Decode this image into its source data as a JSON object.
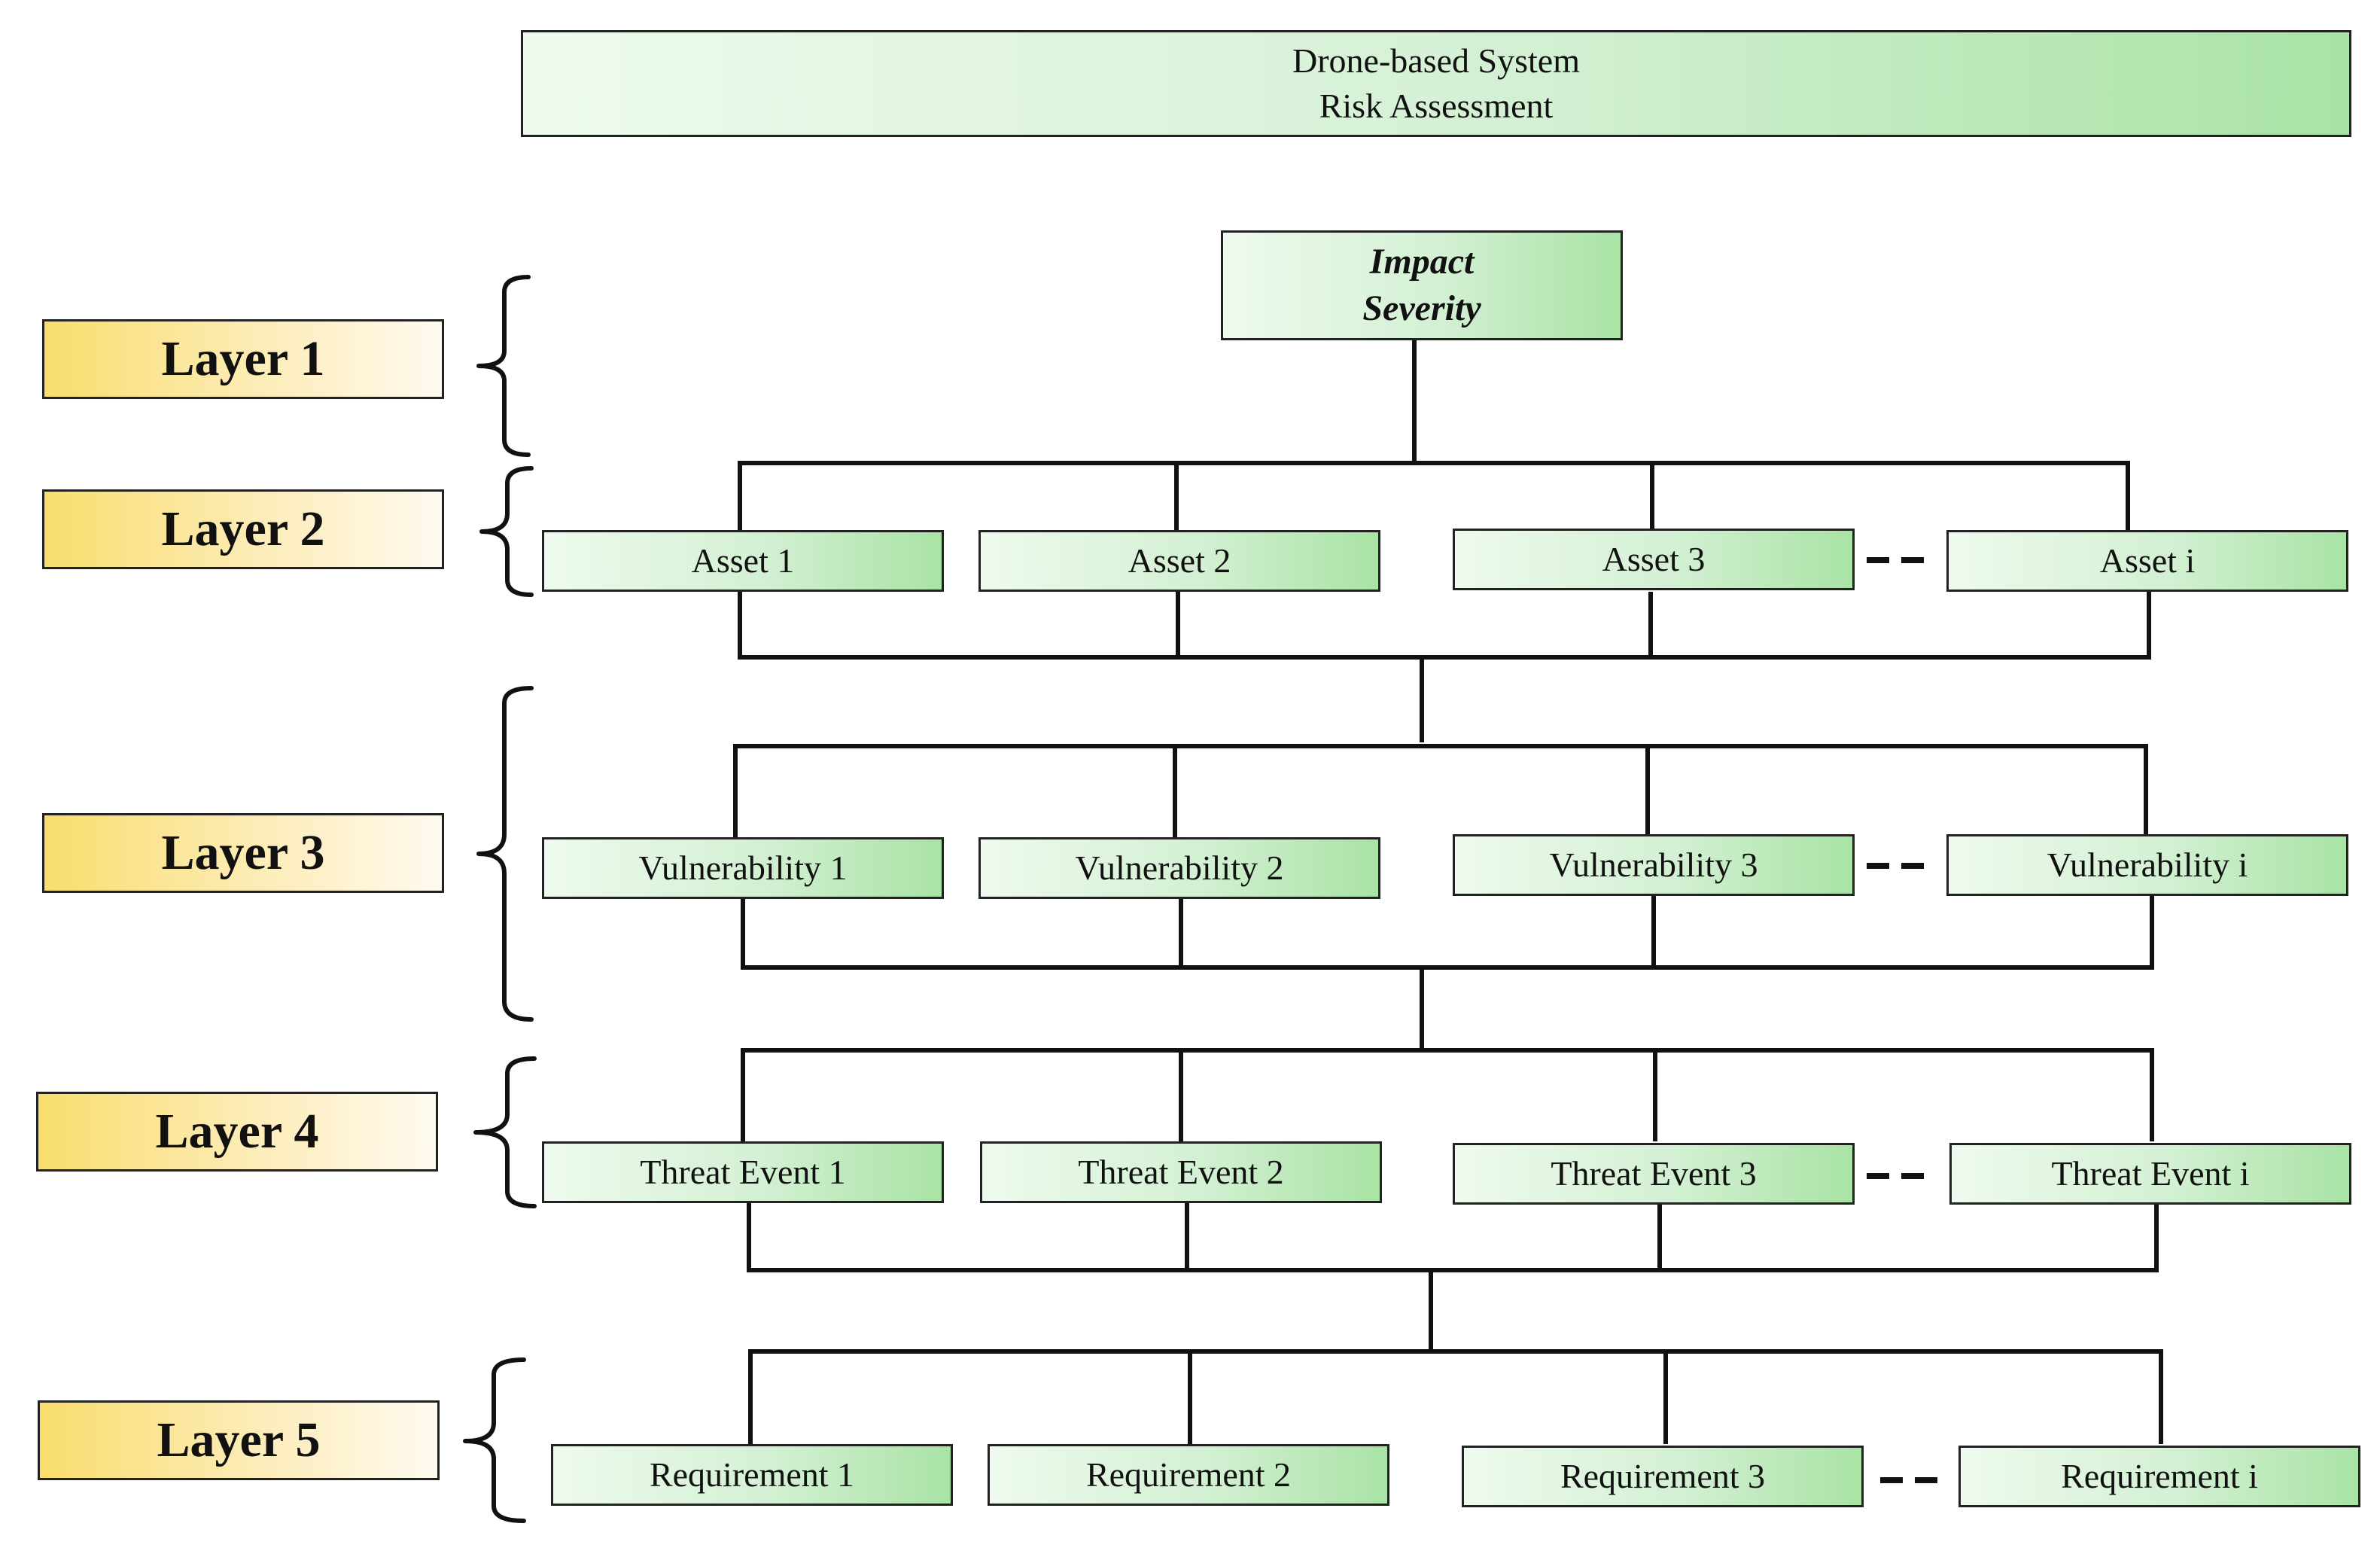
{
  "title": {
    "line1": "Drone-based System",
    "line2": "Risk Assessment"
  },
  "layers": [
    "Layer 1",
    "Layer 2",
    "Layer 3",
    "Layer 4",
    "Layer 5"
  ],
  "impact": {
    "line1": "Impact",
    "line2": "Severity"
  },
  "rows": [
    {
      "name": "assets",
      "items": [
        "Asset 1",
        "Asset 2",
        "Asset 3",
        "Asset i"
      ]
    },
    {
      "name": "vulnerabilities",
      "items": [
        "Vulnerability 1",
        "Vulnerability 2",
        "Vulnerability 3",
        "Vulnerability i"
      ]
    },
    {
      "name": "threat-events",
      "items": [
        "Threat Event 1",
        "Threat Event 2",
        "Threat Event 3",
        "Threat Event i"
      ]
    },
    {
      "name": "requirements",
      "items": [
        "Requirement 1",
        "Requirement 2",
        "Requirement 3",
        "Requirement i"
      ]
    }
  ],
  "colors": {
    "box_gradient_end": "#a9e3a5",
    "layer_gradient_start": "#f9dd6d",
    "line": "#111111"
  }
}
